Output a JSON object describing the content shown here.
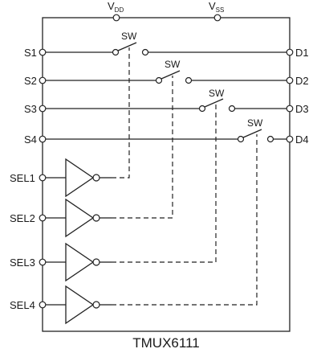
{
  "title": "TMUX6111",
  "supply": {
    "vdd": {
      "base": "V",
      "sub": "DD"
    },
    "vss": {
      "base": "V",
      "sub": "SS"
    }
  },
  "channels": [
    {
      "source": "S1",
      "drain": "D1",
      "switch": "SW",
      "select": "SEL1"
    },
    {
      "source": "S2",
      "drain": "D2",
      "switch": "SW",
      "select": "SEL2"
    },
    {
      "source": "S3",
      "drain": "D3",
      "switch": "SW",
      "select": "SEL3"
    },
    {
      "source": "S4",
      "drain": "D4",
      "switch": "SW",
      "select": "SEL4"
    }
  ]
}
